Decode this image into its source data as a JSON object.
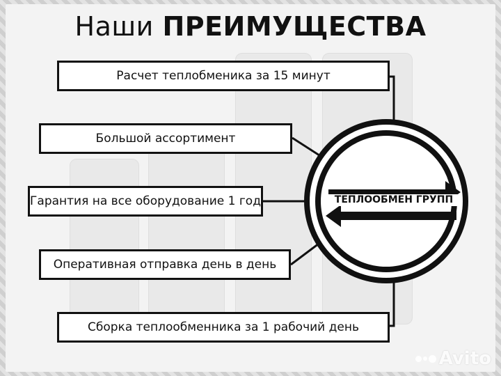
{
  "title": {
    "thin": "Наши",
    "bold": "ПРЕИМУЩЕСТВА"
  },
  "benefits": [
    "Расчет теплобменика за 15 минут",
    "Большой ассортимент",
    "Гарантия на все оборудование 1 год",
    "Оперативная отправка день в день",
    "Сборка теплообменника за 1 рабочий день"
  ],
  "logo": {
    "company": "ТЕПЛООБМЕН ГРУПП"
  },
  "watermark": {
    "text": "Avito"
  },
  "colors": {
    "ink": "#111111",
    "panel": "#f3f3f3",
    "box": "#ffffff"
  }
}
